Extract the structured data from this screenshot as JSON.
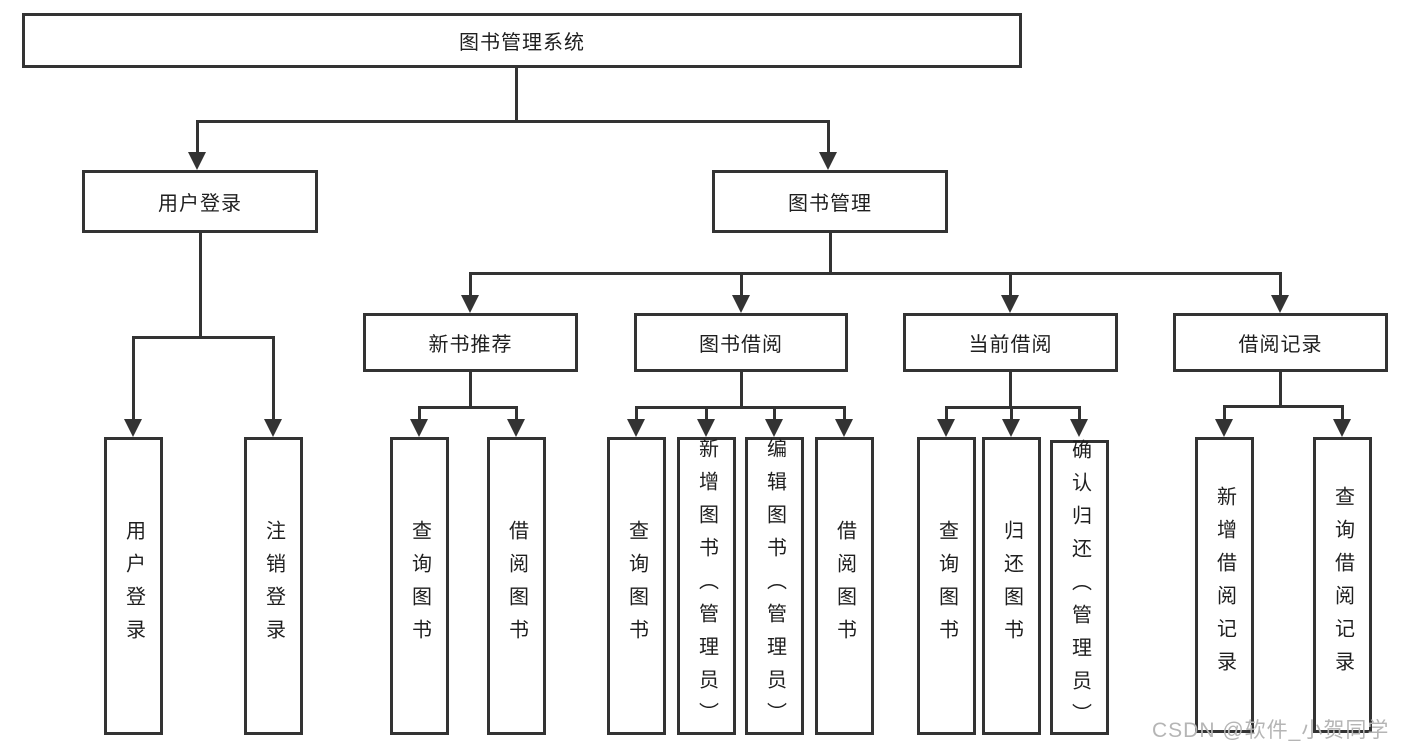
{
  "colors": {
    "line": "#333333",
    "box_border": "#333333",
    "box_fill": "#ffffff",
    "text": "#1f1f1f",
    "watermark_text": "#b5b5b5",
    "background": "#ffffff"
  },
  "tree": {
    "root": {
      "label": "图书管理系统"
    },
    "branches": [
      {
        "label": "用户登录",
        "children": [
          {
            "label": "用户登录"
          },
          {
            "label": "注销登录"
          }
        ]
      },
      {
        "label": "图书管理",
        "children": [
          {
            "label": "新书推荐",
            "children": [
              {
                "label": "查询图书"
              },
              {
                "label": "借阅图书"
              }
            ]
          },
          {
            "label": "图书借阅",
            "children": [
              {
                "label": "查询图书"
              },
              {
                "label": "新增图书（管理员）"
              },
              {
                "label": "编辑图书（管理员）"
              },
              {
                "label": "借阅图书"
              }
            ]
          },
          {
            "label": "当前借阅",
            "children": [
              {
                "label": "查询图书"
              },
              {
                "label": "归还图书"
              },
              {
                "label": "确认归还（管理员）"
              }
            ]
          },
          {
            "label": "借阅记录",
            "children": [
              {
                "label": "新增借阅记录"
              },
              {
                "label": "查询借阅记录"
              }
            ]
          }
        ]
      }
    ]
  },
  "watermark": {
    "text": "CSDN @软件_小贺同学"
  }
}
